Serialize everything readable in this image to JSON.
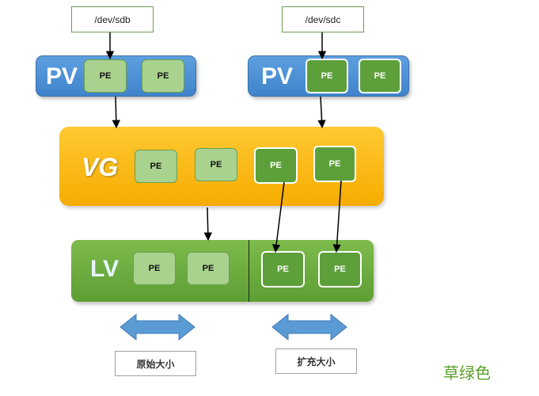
{
  "devices": {
    "left": "/dev/sdb",
    "right": "/dev/sdc"
  },
  "pv_left": {
    "label": "PV",
    "pe": [
      "PE",
      "PE"
    ]
  },
  "pv_right": {
    "label": "PV",
    "pe": [
      "PE",
      "PE"
    ]
  },
  "vg": {
    "label": "VG",
    "pe": [
      "PE",
      "PE",
      "PE",
      "PE"
    ]
  },
  "lv": {
    "label": "LV",
    "pe": [
      "PE",
      "PE",
      "PE",
      "PE"
    ]
  },
  "sizes": {
    "original": "原始大小",
    "expanded": "扩充大小"
  },
  "color_note": "草绿色",
  "colors": {
    "pv": "#4a8fd4",
    "vg": "#f8b400",
    "lv": "#6aa83c",
    "pe_light": "#a8d28e",
    "pe_dark": "#5da03a",
    "arrow_fill": "#5b9bd5"
  }
}
